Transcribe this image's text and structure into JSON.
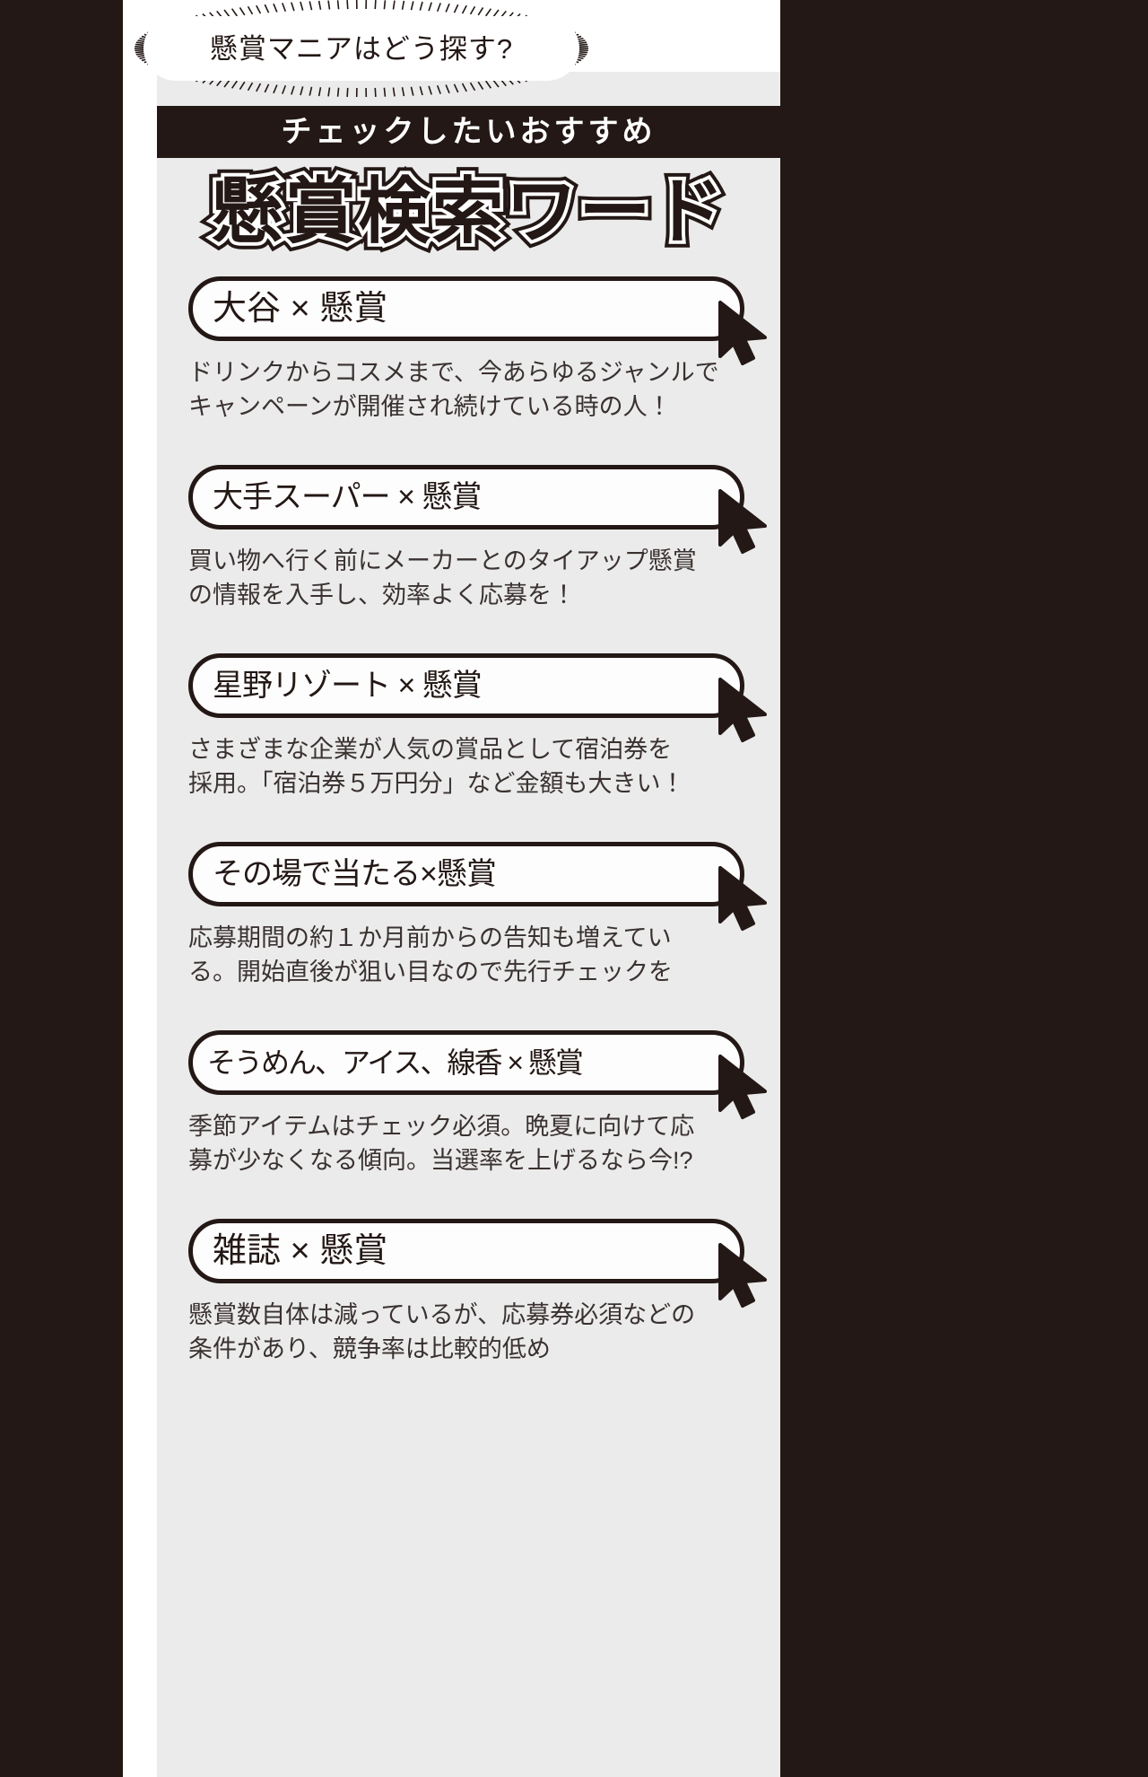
{
  "colors": {
    "background": "#231815",
    "panel": "#ffffff",
    "content": "#ebebeb",
    "ink": "#231815",
    "banner_bg": "#231815",
    "banner_text": "#ffffff",
    "pill_bg": "#fdfdfd"
  },
  "bubble": {
    "text": "懸賞マニアはどう探す?",
    "icon": "sunburst-bubble"
  },
  "banner": {
    "text": "チェックしたいおすすめ"
  },
  "headline": {
    "text": "懸賞検索ワード"
  },
  "keywords": [
    {
      "term": "大谷 × 懸賞",
      "cursor_icon": "mouse-cursor-arrow",
      "description_lines": [
        "ドリンクからコスメまで、今あらゆるジャンルで",
        "キャンペーンが開催され続けている時の人！"
      ]
    },
    {
      "term": "大手スーパー × 懸賞",
      "cursor_icon": "mouse-cursor-arrow",
      "description_lines": [
        "買い物へ行く前にメーカーとのタイアップ懸賞",
        "の情報を入手し、効率よく応募を！"
      ]
    },
    {
      "term": "星野リゾート × 懸賞",
      "cursor_icon": "mouse-cursor-arrow",
      "description_lines": [
        "さまざまな企業が人気の賞品として宿泊券を",
        "採用。「宿泊券５万円分」など金額も大きい！"
      ]
    },
    {
      "term": "その場で当たる×懸賞",
      "cursor_icon": "mouse-cursor-arrow",
      "description_lines": [
        "応募期間の約１か月前からの告知も増えてい",
        "る。開始直後が狙い目なので先行チェックを"
      ]
    },
    {
      "term": "そうめん、アイス、線香 × 懸賞",
      "cursor_icon": "mouse-cursor-arrow",
      "description_lines": [
        "季節アイテムはチェック必須。晩夏に向けて応",
        "募が少なくなる傾向。当選率を上げるなら今!?"
      ]
    },
    {
      "term": "雑誌 × 懸賞",
      "cursor_icon": "mouse-cursor-arrow",
      "description_lines": [
        "懸賞数自体は減っているが、応募券必須などの",
        "条件があり、競争率は比較的低め"
      ]
    }
  ]
}
